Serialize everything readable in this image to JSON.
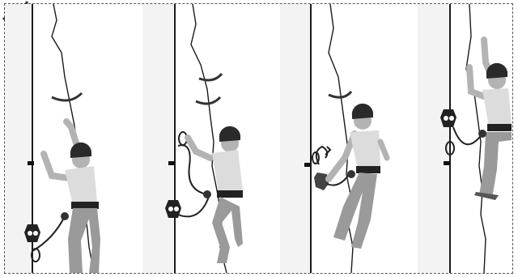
{
  "illustration": {
    "panels": [
      {
        "label": "step-1"
      },
      {
        "label": "step-2"
      },
      {
        "label": "step-3"
      },
      {
        "label": "step-4"
      }
    ],
    "colors": {
      "rock": "#f4f4f4",
      "line": "#1a1a1a",
      "skin": "#b3b3b3",
      "helmet": "#2a2a2a",
      "shirt": "#dcdcdc",
      "pants": "#9a9a9a",
      "harness": "#222222",
      "frame": "#555555"
    },
    "icons": [
      "checkmark-icon",
      "anchor-bolt-icon",
      "belay-device-icon",
      "carabiner-icon",
      "rope-icon"
    ]
  }
}
